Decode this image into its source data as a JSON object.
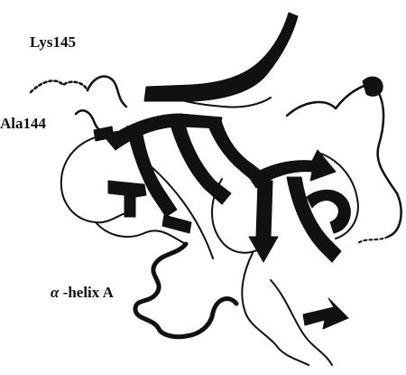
{
  "labels": {
    "lys145": "Lys145",
    "ala144": "Ala144",
    "helix_greek": "α",
    "helix_text": " -helix  A"
  },
  "colors": {
    "ink": "#111111",
    "background": "#ffffff"
  }
}
